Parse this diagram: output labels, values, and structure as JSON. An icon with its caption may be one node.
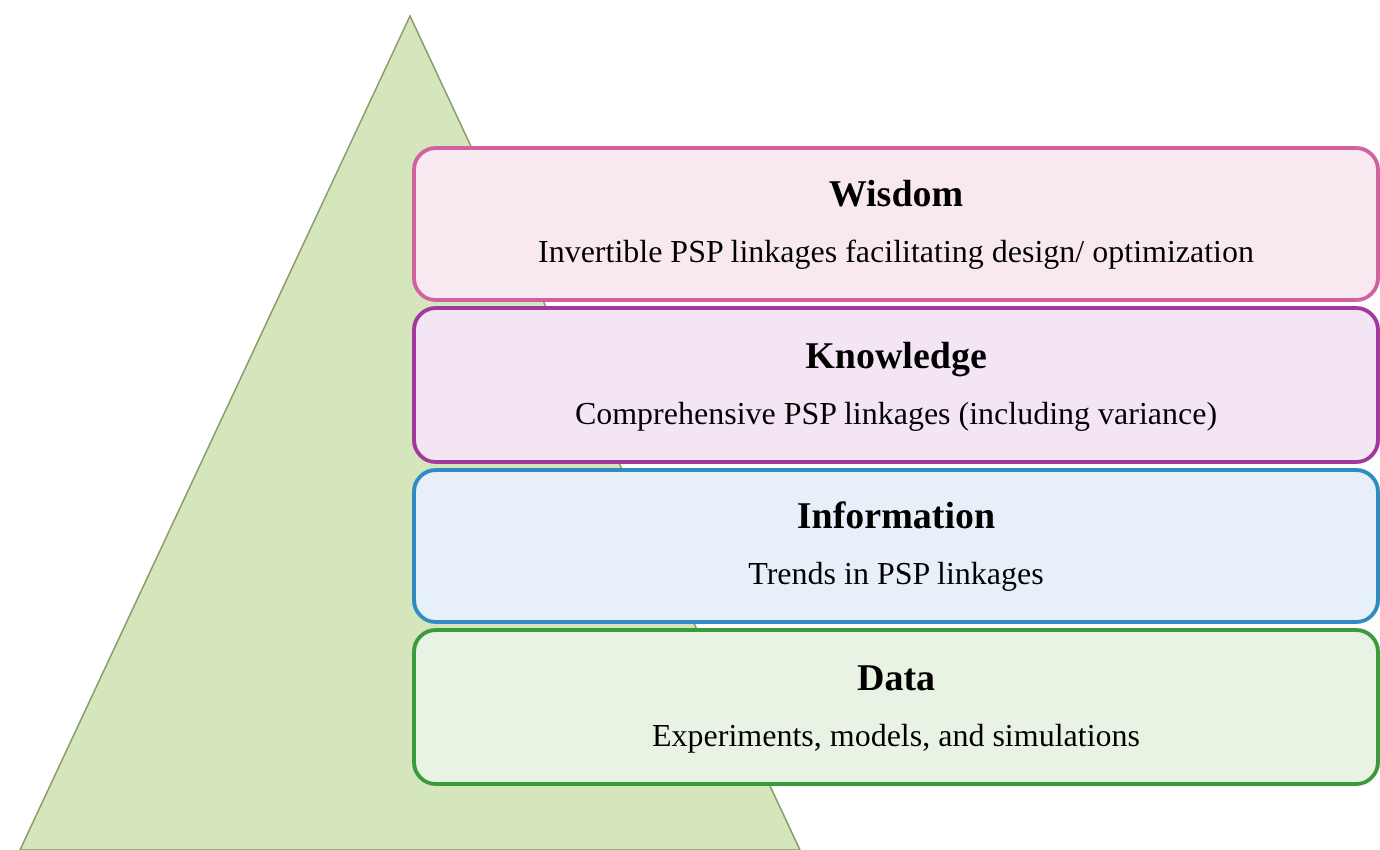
{
  "diagram": {
    "nodes": [
      {
        "text": [
          "Wisdom",
          "Invertible PSP linkages facilitating design/ optimization"
        ]
      },
      {
        "text": [
          "Knowledge",
          "Comprehensive PSP linkages (including variance)"
        ]
      },
      {
        "text": [
          "Information",
          "Trends in PSP linkages"
        ]
      },
      {
        "text": [
          "Data",
          "Experiments, models, and simulations"
        ]
      }
    ],
    "edges": []
  }
}
